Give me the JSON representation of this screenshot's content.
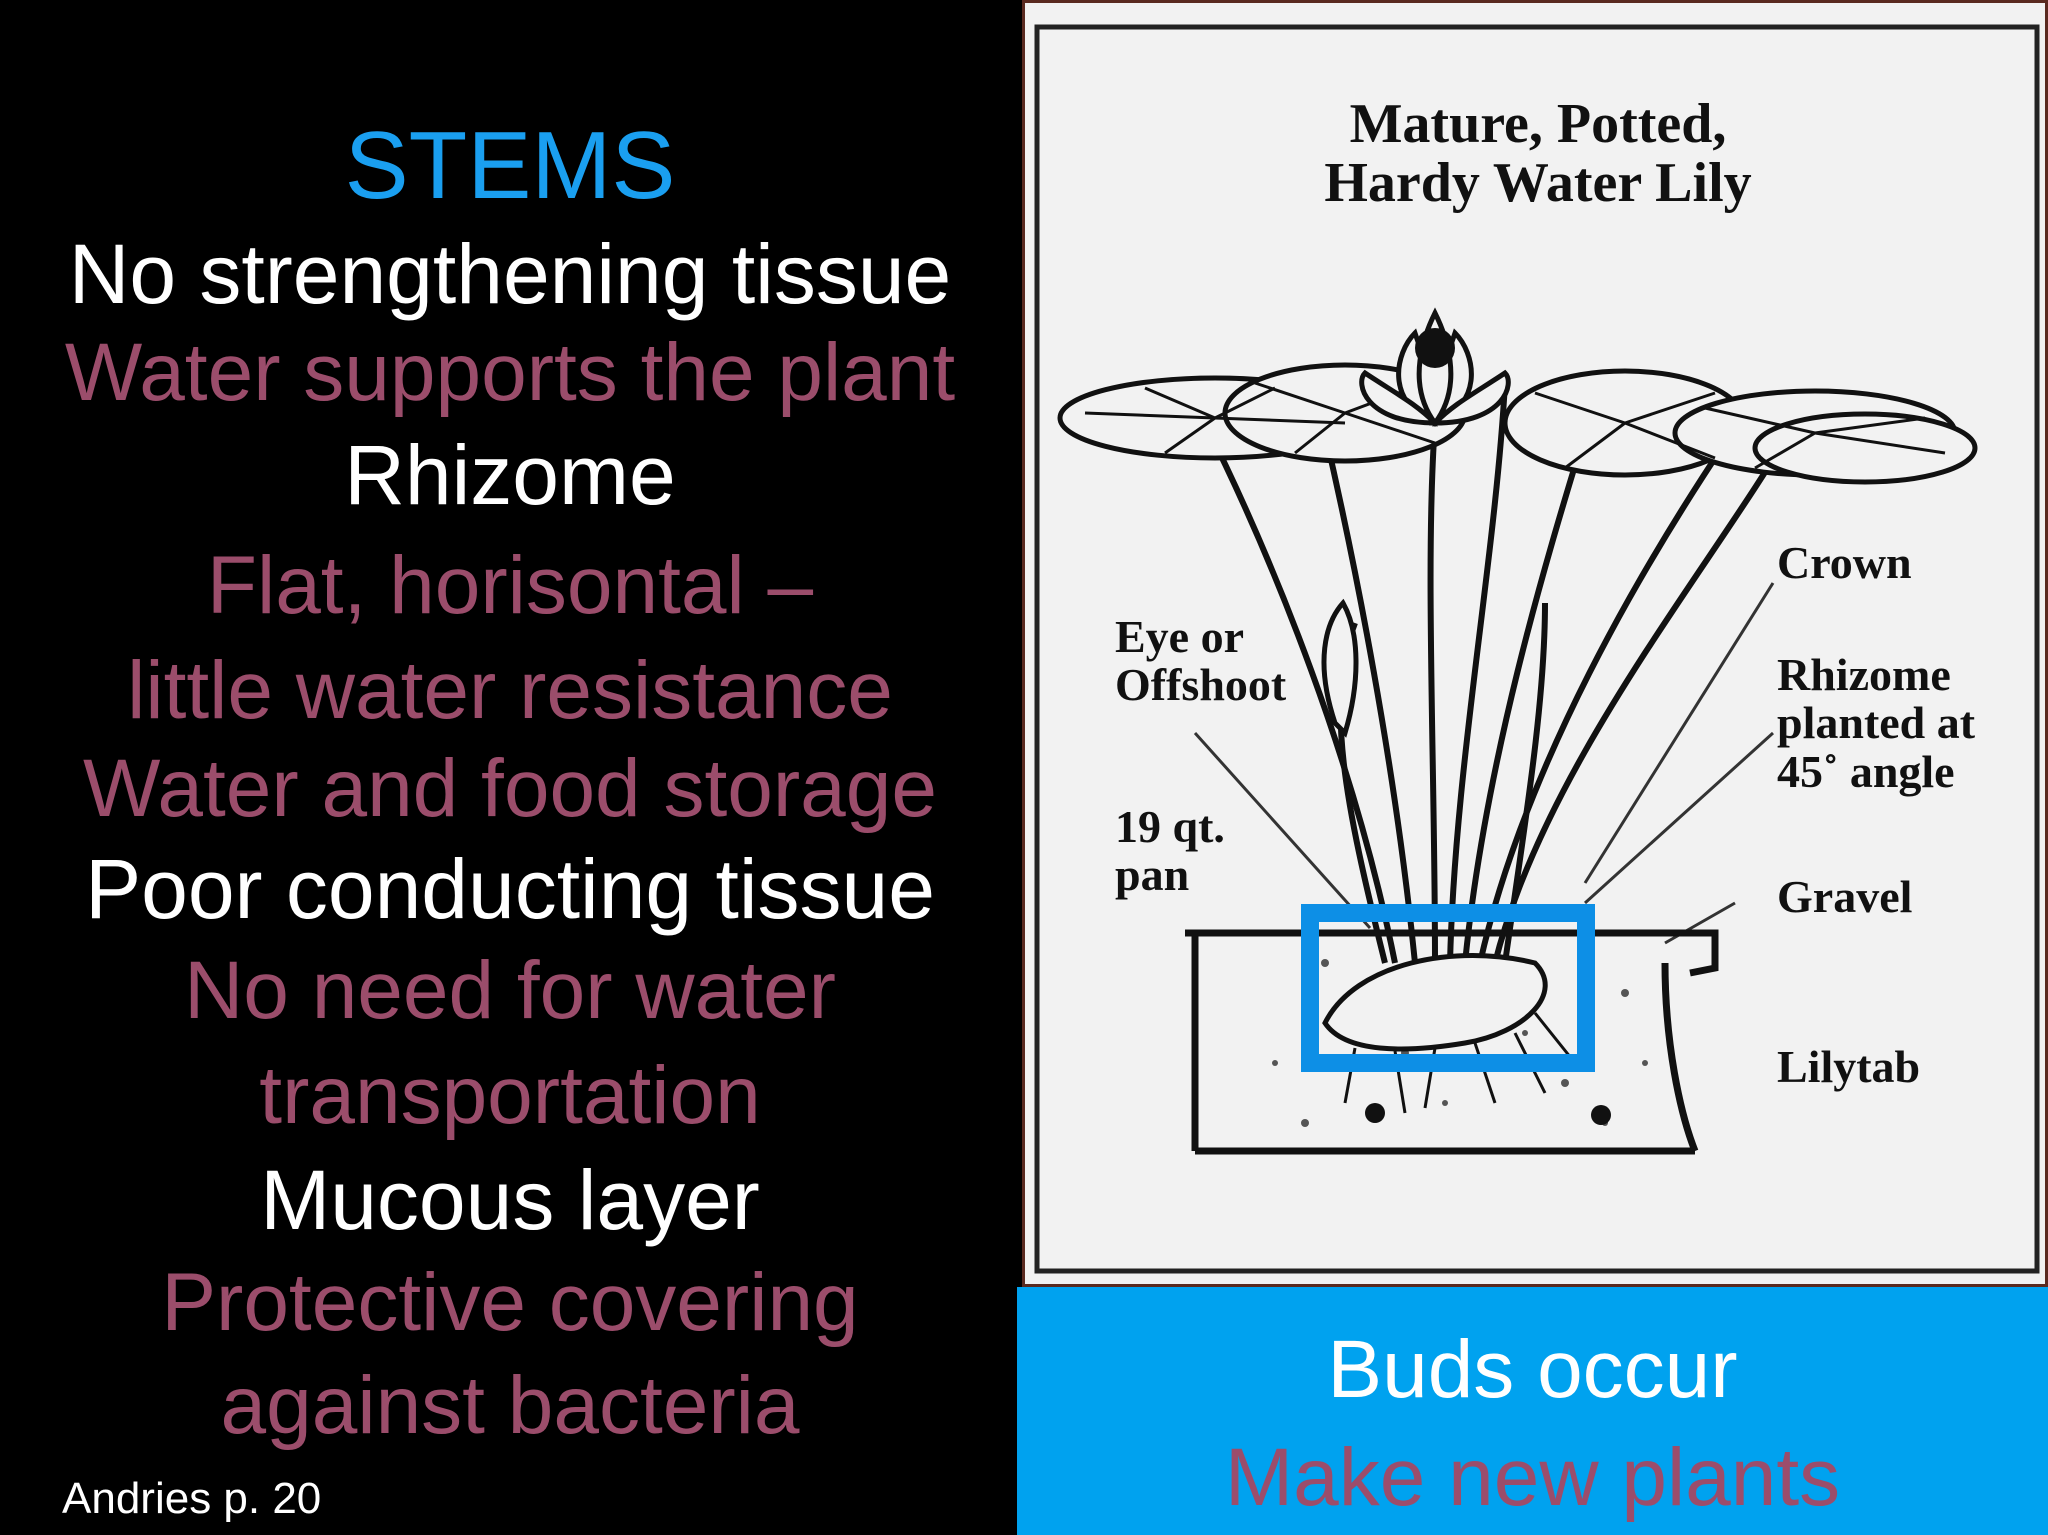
{
  "colors": {
    "background": "#000000",
    "title": "#1a9ff0",
    "heading": "#ffffff",
    "detail": "#9b4d6b",
    "callout_bg": "#00a2ef",
    "highlight_box": "#0d8fe6"
  },
  "slide": {
    "title": "STEMS",
    "points": [
      {
        "text": "No strengthening tissue",
        "level": "heading"
      },
      {
        "text": "Water supports the plant",
        "level": "detail"
      },
      {
        "text": "Rhizome",
        "level": "heading"
      },
      {
        "text": "Flat, horisontal –",
        "level": "detail"
      },
      {
        "text": "little water resistance",
        "level": "detail"
      },
      {
        "text": "Water and food storage",
        "level": "detail"
      },
      {
        "text": "Poor conducting tissue",
        "level": "heading"
      },
      {
        "text": "No need for water",
        "level": "detail"
      },
      {
        "text": "transportation",
        "level": "detail"
      },
      {
        "text": "Mucous layer",
        "level": "heading"
      },
      {
        "text": "Protective covering",
        "level": "detail"
      },
      {
        "text": "against bacteria",
        "level": "detail"
      }
    ],
    "credit": "Andries p. 20"
  },
  "figure": {
    "title_line1": "Mature, Potted,",
    "title_line2": "Hardy Water Lily",
    "labels": {
      "eye_line1": "Eye or",
      "eye_line2": "Offshoot",
      "pan_line1": "19 qt.",
      "pan_line2": "pan",
      "crown": "Crown",
      "rhizome_line1": "Rhizome",
      "rhizome_line2": "planted at",
      "rhizome_line3": "45˚ angle",
      "gravel": "Gravel",
      "lilytab": "Lilytab"
    }
  },
  "callout": {
    "line1": "Buds occur",
    "line2": "Make new plants"
  }
}
